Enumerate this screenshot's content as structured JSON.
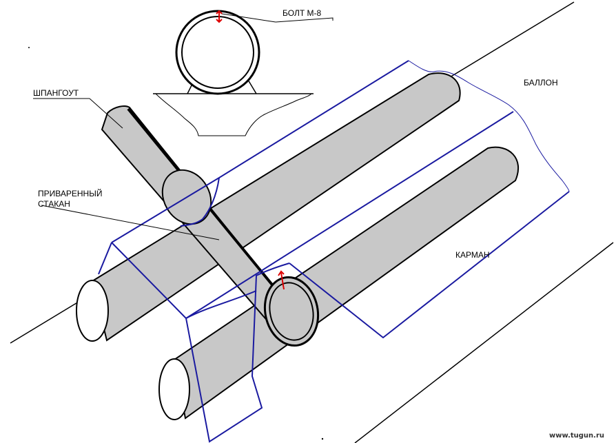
{
  "labels": {
    "bolt": "БОЛТ  М-8",
    "balloon": "БАЛЛОН",
    "frame": "ШПАНГОУТ",
    "welded_cup_line1": "ПРИВАРЕННЫЙ",
    "welded_cup_line2": "СТАКАН",
    "pocket": "КАРМАН"
  },
  "watermark": "www.tugun.ru",
  "colors": {
    "tube_fill": "#c8c8c8",
    "outline": "#000000",
    "balloon_outline": "#1a1aa0",
    "bolt": "#dd0000"
  }
}
